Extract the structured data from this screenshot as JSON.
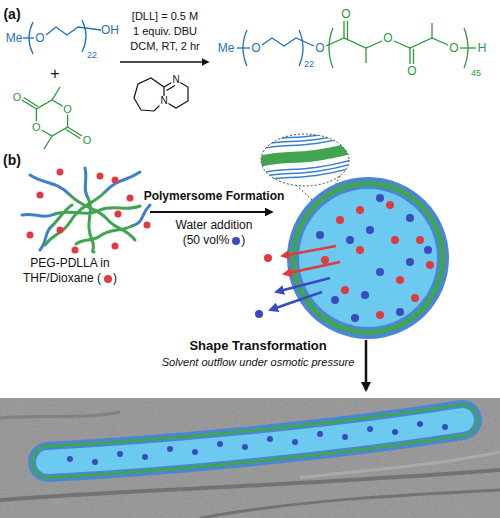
{
  "diagram": {
    "labels": [
      "(a)",
      "Me",
      "O",
      "22",
      "OH",
      "+",
      "O",
      "O",
      "O",
      "O",
      "[DLL] = 0.5 M",
      "1 equiv. DBU",
      "DCM, RT, 2 hr",
      "N",
      "N",
      "Me",
      "O",
      "22",
      "O",
      "O",
      "O",
      "O",
      "O",
      "H",
      "45",
      "(b)",
      "Polymersome Formation",
      "Water addition (50 vol%",
      ")",
      "PEG-PDLLA in THF/Dioxane (",
      ")",
      "Shape Transformation",
      "Solvent outflow under osmotic pressure"
    ]
  }
}
